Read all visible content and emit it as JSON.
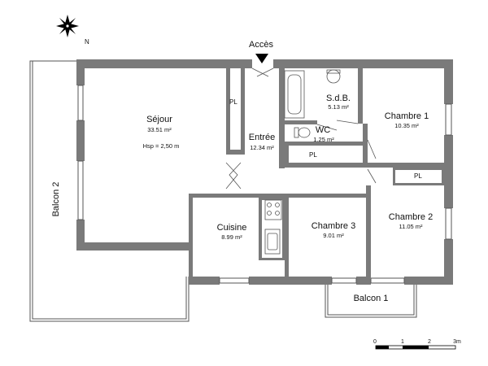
{
  "plan": {
    "access_label": "Accès",
    "compass_letter": "N",
    "rooms": {
      "sejour": {
        "name": "Séjour",
        "area": "33.51 m²",
        "hsp": "Hsp =  2,50 m"
      },
      "entree": {
        "name": "Entrée",
        "area": "12.34 m²"
      },
      "sdb": {
        "name": "S.d.B.",
        "area": "5.13 m²"
      },
      "wc": {
        "name": "WC",
        "area": "1.25  m²"
      },
      "chambre1": {
        "name": "Chambre 1",
        "area": "10.35 m²"
      },
      "chambre2": {
        "name": "Chambre 2",
        "area": "11.05 m²"
      },
      "chambre3": {
        "name": "Chambre 3",
        "area": "9.01 m²"
      },
      "cuisine": {
        "name": "Cuisine",
        "area": "8.99 m²"
      }
    },
    "balcony1": "Balcon 1",
    "balcony2": "Balcon 2",
    "closet_label": "PL",
    "scale": {
      "ticks": [
        "0",
        "1",
        "2",
        "3m"
      ]
    }
  },
  "colors": {
    "wall": "#7a7a7a",
    "line": "#555555"
  }
}
